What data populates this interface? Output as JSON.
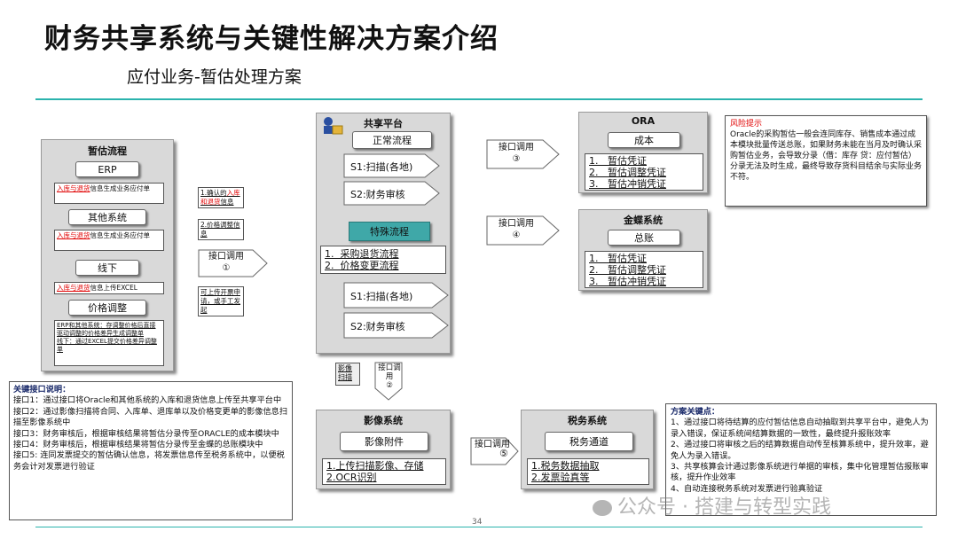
{
  "title": "财务共享系统与关键性解决方案介绍",
  "subtitle": "应付业务-暂估处理方案",
  "page_number": "34",
  "watermark": "公众号 · 搭建与转型实践",
  "left_panel": {
    "title": "暂估流程",
    "erp_label": "ERP",
    "erp_desc_red": "入库与退货",
    "erp_desc": "信息生成业务应付单",
    "other_label": "其他系统",
    "other_desc_red": "入库与退货",
    "other_desc": "信息生成业务应付单",
    "offline_label": "线下",
    "offline_desc_red": "入库与退货",
    "offline_desc": "信息上传EXCEL",
    "price_label": "价格调整",
    "price_desc1": "ERP和其他系统：存调整价格后直接驱动调整的价格差异生成调整单",
    "price_desc2": "线下：通过EXCEL提交价格差异调整单"
  },
  "mid_notes": {
    "n1_prefix": "1.确认的",
    "n1_red": "入库和退货",
    "n1_suffix": "信息",
    "n2": "2.价格调整信息",
    "iface1": "接口调用",
    "iface1_num": "①",
    "n3": "可上传开票申请，或手工发起"
  },
  "shared_platform": {
    "title": "共享平台",
    "normal_flow": "正常流程",
    "s1": "S1:扫描(各地)",
    "s2": "S2:财务审核",
    "special_flow": "特殊流程",
    "special_items": [
      "采购退货流程",
      "价格变更流程"
    ],
    "s1b": "S1:扫描(各地)",
    "s2b": "S2:财务审核"
  },
  "image_scan_label": "影像扫描",
  "iface2": "接口调用",
  "iface2_num": "②",
  "iface3": "接口调用",
  "iface3_num": "③",
  "iface4": "接口调用",
  "iface4_num": "④",
  "iface5": "接口调用",
  "iface5_num": "⑤",
  "ora": {
    "title": "ORA",
    "sub": "成本",
    "items": [
      "暂估凭证",
      "暂估调整凭证",
      "暂估冲销凭证"
    ]
  },
  "kingdee": {
    "title": "金蝶系统",
    "sub": "总账",
    "items": [
      "暂估凭证",
      "暂估调整凭证",
      "暂估冲销凭证"
    ]
  },
  "image_system": {
    "title": "影像系统",
    "sub": "影像附件",
    "items": [
      "1.上传扫描影像、存储",
      "2.OCR识别"
    ]
  },
  "tax_system": {
    "title": "税务系统",
    "sub": "税务通道",
    "items": [
      "1.税务数据抽取",
      "2.发票验真等"
    ]
  },
  "risk": {
    "title": "风险提示",
    "text": "Oracle的采购暂估一般会连同库存、销售成本通过成本模块批量传送总账，如果财务未能在当月及时确认采购暂估业务，会导致分录（借：库存 贷：应付暂估）分录无法及时生成，最终导致存货科目结余与实际业务不符。"
  },
  "key_interfaces": {
    "title": "关键接口说明：",
    "lines": [
      "接口1：通过接口将Oracle和其他系统的入库和退货信息上传至共享平台中",
      "接口2：通过影像扫描将合同、入库单、退库单以及价格变更单的影像信息扫描至影像系统中",
      "接口3：财务审核后，根据审核结果将暂估分录传至ORACLE的成本模块中",
      "接口4：财务审核后，根据审核结果将暂估分录传至金蝶的总账模块中",
      "接口5:  连同发票提交的暂估确认信息，将发票信息传至税务系统中，以便税务会计对发票进行验证"
    ]
  },
  "highlights": {
    "title": "方案关键点：",
    "lines": [
      "1、通过接口将待结算的应付暂估信息自动抽取到共享平台中，避免人为录入错误，保证系统间结算数据的一致性，最终提升报账效率",
      "2、通过接口将审核之后的结算数据自动传至核算系统中，提升效率，避免人为录入错误。",
      "3、共享核算会计通过影像系统进行单据的审核，集中化管理暂估报账审核，提升作业效率",
      "4、自动连接税务系统对发票进行验真验证"
    ]
  }
}
